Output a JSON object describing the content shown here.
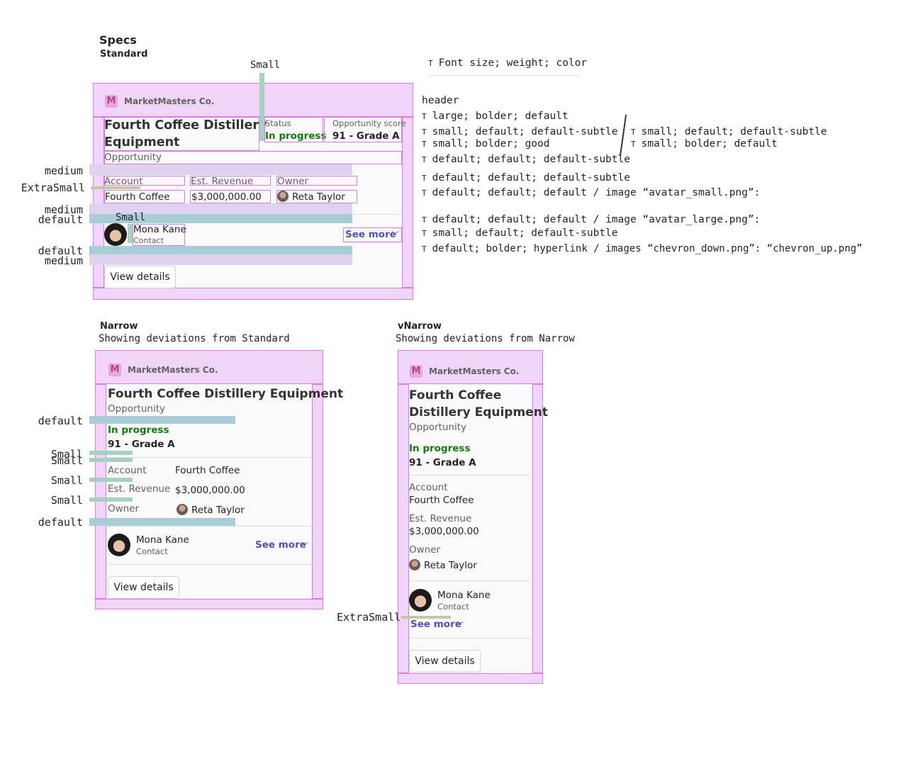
{
  "specs": {
    "title": "Specs",
    "subtitle": "Standard"
  },
  "legend": {
    "title": "Font size; weight; color"
  },
  "card": {
    "brand": "MarketMasters Co.",
    "title": "Fourth Coffee Distillery Equipment",
    "title_line1": "Fourth Coffee Distillery",
    "title_line2": "Equipment",
    "title_vn_line1": "Fourth Coffee",
    "title_vn_line2": "Distillery Equipment",
    "subtitle": "Opportunity",
    "status_label": "Status",
    "status_value": "In progress",
    "score_label": "Opportunity score",
    "score_value": "91 - Grade A",
    "fields": [
      {
        "label": "Account",
        "value": "Fourth Coffee"
      },
      {
        "label": "Est. Revenue",
        "value": "$3,000,000.00"
      },
      {
        "label": "Owner",
        "value": "Reta Taylor"
      }
    ],
    "contact_name": "Mona Kane",
    "contact_role": "Contact",
    "see_more": "See more",
    "view_details": "View details"
  },
  "spacing_labels": {
    "small": "Small",
    "medium": "medium",
    "extra_small": "ExtraSmall",
    "default": "default"
  },
  "spec_lines": {
    "header": "header",
    "l1": "large; bolder; default",
    "l2": "small; default; default-subtle",
    "l3": "small; bolder; good",
    "l4": "default; default; default-subtle",
    "r1": "small; default; default-subtle",
    "r2": "small; bolder; default",
    "l5": "default; default; default-subtle",
    "l6": "default; default; default",
    "l6_image": "image “avatar_small.png”:",
    "l7": "default; default; default",
    "l7_image": "image “avatar_large.png”:",
    "l8": "small; default; default-subtle",
    "l9": "default; bolder; hyperlink",
    "l9_image": "images “chevron_down.png”: “chevron_up.png”",
    "glyph": "T"
  },
  "narrow": {
    "title": "Narrow",
    "subtitle": "Showing deviations from Standard"
  },
  "vnarrow": {
    "title": "vNarrow",
    "subtitle": "Showing deviations from Narrow"
  },
  "icons": {
    "brand_logo": "marketmasters-logo",
    "avatar_small": "avatar-small-icon",
    "avatar_large": "avatar-large-icon",
    "chevron": "chevron-down-icon"
  },
  "colors": {
    "card_bg": "#f0d4fa",
    "outline": "#d97ae6",
    "good": "#107c10",
    "hyperlink": "#4f52b2",
    "subtle": "#616161"
  }
}
